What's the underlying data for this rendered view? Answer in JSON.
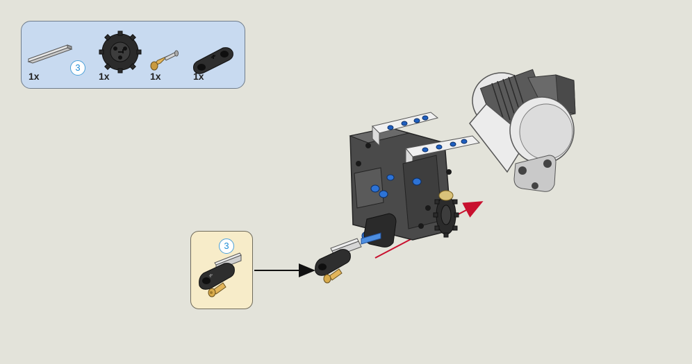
{
  "parts_list": {
    "items": [
      {
        "name": "axle",
        "quantity": "1x",
        "length": "3"
      },
      {
        "name": "gear-20-tooth",
        "quantity": "1x"
      },
      {
        "name": "axle-pin",
        "quantity": "1x"
      },
      {
        "name": "double-beam-connector",
        "quantity": "1x"
      }
    ]
  },
  "subassembly": {
    "axle_length": "3"
  },
  "colors": {
    "background": "#e3e3da",
    "parts_box": "#c8daf0",
    "subassembly_box": "#f7ecc9",
    "insert_arrow": "#c8102e",
    "step_arrow": "#111111",
    "badge_text": "#1f8dd6"
  }
}
